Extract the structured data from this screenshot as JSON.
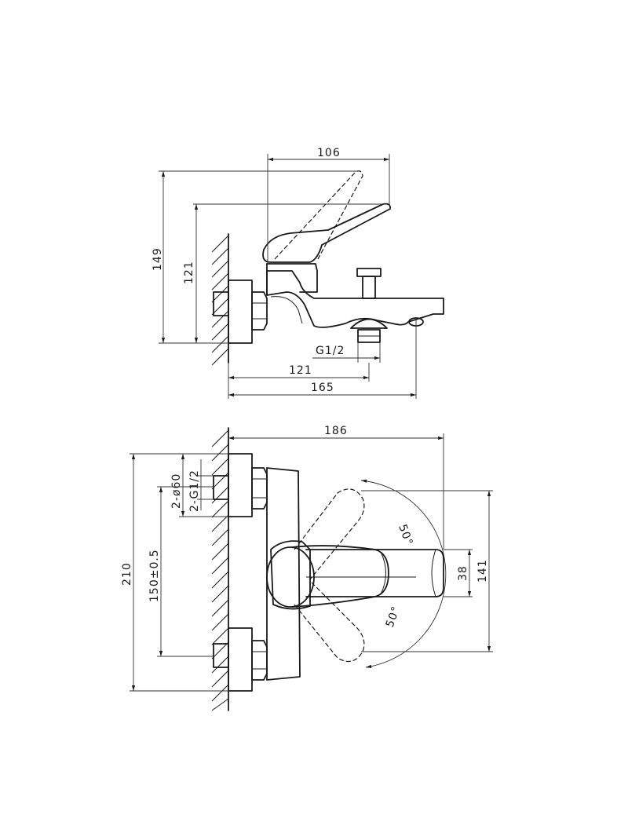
{
  "top_view": {
    "dim_width_top": "106",
    "dim_height_total": "149",
    "dim_height_spout": "121",
    "dim_thread": "G1/2",
    "dim_depth_121": "121",
    "dim_depth_165": "165"
  },
  "front_view": {
    "dim_width_186": "186",
    "dim_pipe_dia": "2-ø60",
    "dim_pipe_thread": "2-G1/2",
    "dim_height_210": "210",
    "dim_spacing": "150±0.5",
    "dim_spout_38": "38",
    "dim_height_141": "141",
    "angle_upper": "50°",
    "angle_lower": "50°"
  }
}
